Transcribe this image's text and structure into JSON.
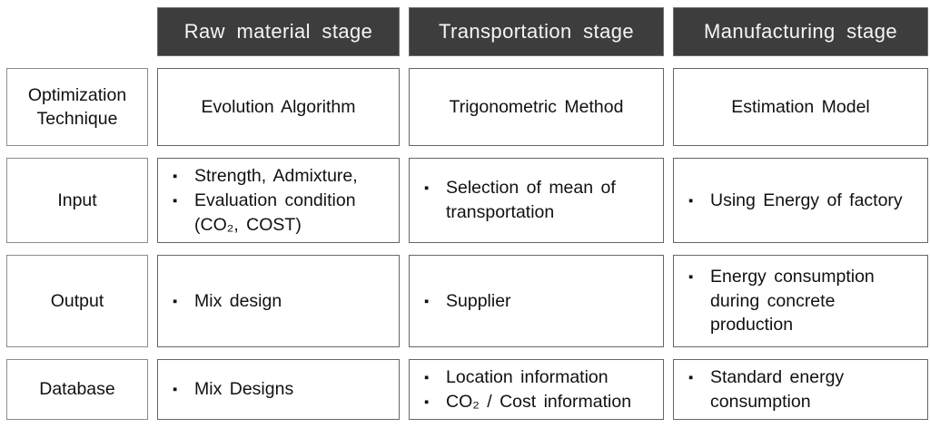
{
  "glyphs": {
    "bullet": "▪"
  },
  "colors": {
    "header_bg": "#3d3d3d",
    "header_text": "#f5f5f5",
    "header_border": "#6e6e6e",
    "label_border": "#8c8c8c",
    "cell_border": "#666666",
    "text": "#111111",
    "background": "#ffffff"
  },
  "headers": [
    "Raw material stage",
    "Transportation stage",
    "Manufacturing stage"
  ],
  "rows": [
    {
      "label": "Optimization Technique",
      "cells": [
        {
          "text": "Evolution Algorithm"
        },
        {
          "text": "Trigonometric Method"
        },
        {
          "text": "Estimation Model"
        }
      ]
    },
    {
      "label": "Input",
      "cells": [
        {
          "items": [
            "Strength, Admixture,",
            "Evaluation condition (CO₂, COST)"
          ]
        },
        {
          "items": [
            "Selection of mean of transportation"
          ]
        },
        {
          "items": [
            "Using Energy of factory"
          ]
        }
      ]
    },
    {
      "label": "Output",
      "cells": [
        {
          "items": [
            "Mix design"
          ]
        },
        {
          "items": [
            "Supplier"
          ]
        },
        {
          "items": [
            "Energy consumption during concrete production"
          ]
        }
      ]
    },
    {
      "label": "Database",
      "cells": [
        {
          "items": [
            "Mix Designs"
          ]
        },
        {
          "items": [
            "Location information",
            "CO₂ / Cost information"
          ]
        },
        {
          "items": [
            "Standard energy consumption"
          ]
        }
      ]
    }
  ]
}
